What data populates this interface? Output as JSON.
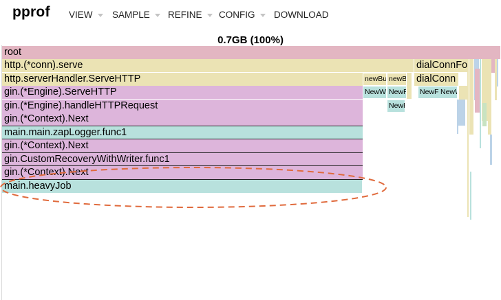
{
  "app": {
    "title": "pprof"
  },
  "menu": [
    {
      "label": "VIEW",
      "dropdown": true
    },
    {
      "label": "SAMPLE",
      "dropdown": true
    },
    {
      "label": "REFINE",
      "dropdown": true
    },
    {
      "label": "CONFIG",
      "dropdown": true
    },
    {
      "label": "DOWNLOAD",
      "dropdown": false
    }
  ],
  "summary": {
    "total": "0.7GB (100%)"
  },
  "colors": {
    "root": "#e3b6c2",
    "yellow": "#ebe3b4",
    "purple": "#ddb5db",
    "teal": "#b8e1dd",
    "blue": "#bcd3e8",
    "green": "#c9e3c2",
    "red": "#e3b6c2",
    "oval": "#e06a3c"
  },
  "flame": {
    "frames": [
      {
        "label": "root",
        "color": "root",
        "kind": "main"
      },
      {
        "label": "http.(*conn).serve",
        "color": "yellow",
        "kind": "main"
      },
      {
        "label": "http.serverHandler.ServeHTTP",
        "color": "yellow",
        "kind": "main"
      },
      {
        "label": "gin.(*Engine).ServeHTTP",
        "color": "purple",
        "kind": "main"
      },
      {
        "label": "gin.(*Engine).handleHTTPRequest",
        "color": "purple",
        "kind": "main"
      },
      {
        "label": "gin.(*Context).Next",
        "color": "purple",
        "kind": "main"
      },
      {
        "label": "main.main.zapLogger.func1",
        "color": "teal",
        "kind": "main"
      },
      {
        "label": "gin.(*Context).Next",
        "color": "purple",
        "kind": "main"
      },
      {
        "label": "gin.CustomRecoveryWithWriter.func1",
        "color": "purple",
        "kind": "main"
      },
      {
        "label": "gin.(*Context).Next",
        "color": "purple",
        "kind": "main"
      },
      {
        "label": "main.heavyJob",
        "color": "teal",
        "kind": "main"
      },
      {
        "label": "dialConnFor",
        "color": "yellow",
        "kind": "side"
      },
      {
        "label": "dialConn",
        "color": "yellow",
        "kind": "side"
      },
      {
        "label": "newBu",
        "color": "yellow",
        "kind": "small"
      },
      {
        "label": "newB",
        "color": "yellow",
        "kind": "small"
      },
      {
        "label": "NewW",
        "color": "teal",
        "kind": "small"
      },
      {
        "label": "NewR",
        "color": "teal",
        "kind": "small"
      },
      {
        "label": "NewR",
        "color": "teal",
        "kind": "small"
      },
      {
        "label": "NewF",
        "color": "teal",
        "kind": "small"
      },
      {
        "label": "NewW",
        "color": "teal",
        "kind": "small"
      }
    ]
  }
}
